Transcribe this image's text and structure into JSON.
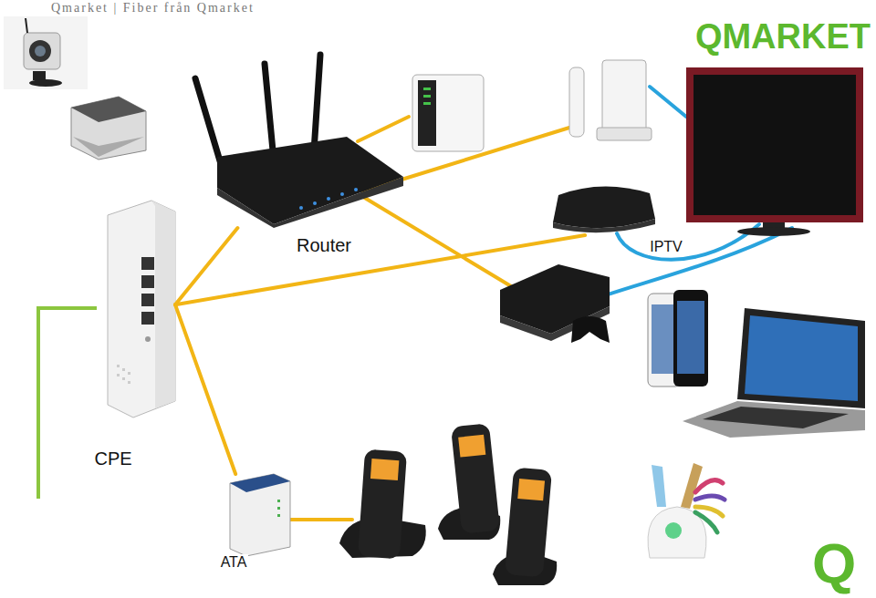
{
  "diagram": {
    "nodes": [
      {
        "text": [
          "Router"
        ]
      },
      {
        "text": [
          "IPTV"
        ]
      },
      {
        "text": [
          "CPE"
        ]
      },
      {
        "text": [
          "ATA"
        ]
      }
    ],
    "edges": [
      {
        "from": 2,
        "to": 0,
        "arrow": "none"
      },
      {
        "from": 2,
        "to": 1,
        "arrow": "none"
      },
      {
        "from": 2,
        "to": 3,
        "arrow": "none"
      }
    ],
    "labels": [
      "Qmarket | Fiber från Qmarket",
      "QMARKET",
      "Q"
    ]
  }
}
